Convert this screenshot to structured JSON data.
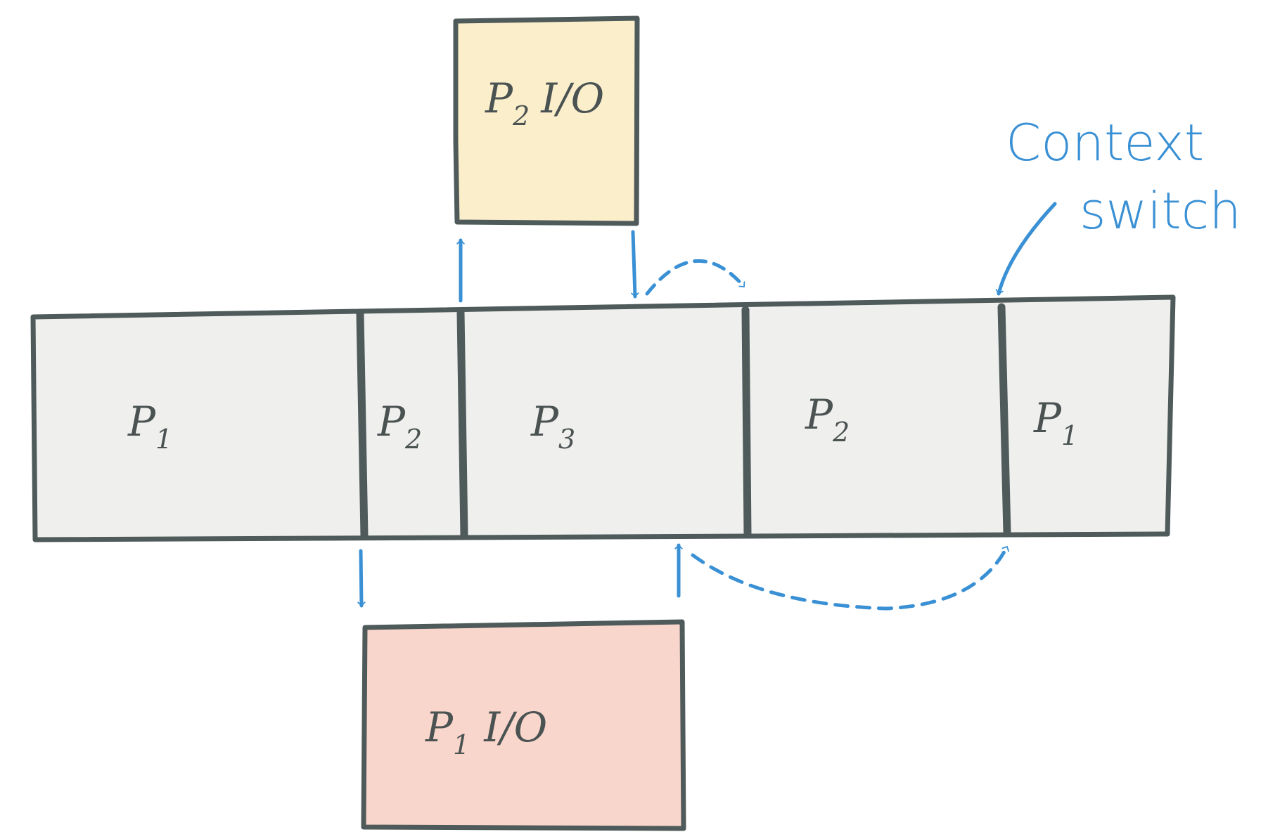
{
  "timeline": {
    "segments": [
      {
        "name": "P",
        "sub": "1"
      },
      {
        "name": "P",
        "sub": "2"
      },
      {
        "name": "P",
        "sub": "3"
      },
      {
        "name": "P",
        "sub": "2"
      },
      {
        "name": "P",
        "sub": "1"
      }
    ]
  },
  "io_boxes": {
    "top": {
      "name": "P",
      "sub": "2",
      "io": "I/O"
    },
    "bottom": {
      "name": "P",
      "sub": "1",
      "io": "I/O"
    }
  },
  "annotation": {
    "line1": "Context",
    "line2": "switch"
  },
  "colors": {
    "stroke": "#4f5a5a",
    "timeline_fill": "#efefed",
    "top_io_fill": "#fbeecb",
    "bottom_io_fill": "#f9d6cc",
    "arrow": "#3a90d4"
  }
}
